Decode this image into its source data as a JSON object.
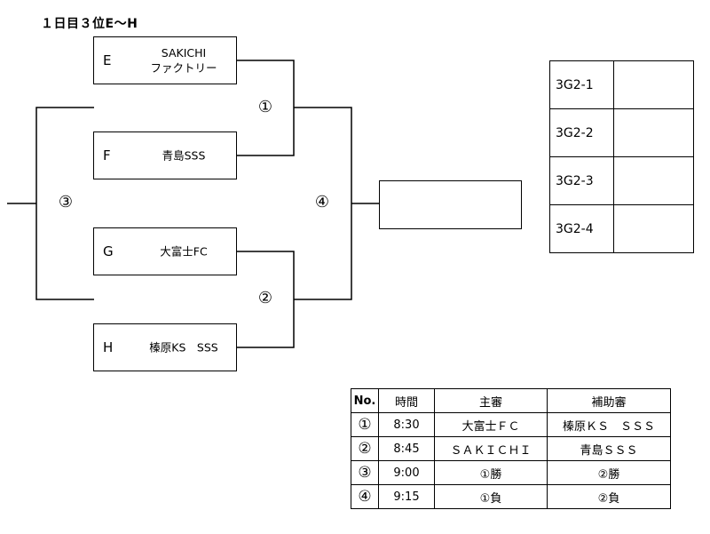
{
  "title": "１日目３位E～H",
  "teams": [
    {
      "letter": "E",
      "name_line1": "SAKICHI",
      "name_line2": "ファクトリー"
    },
    {
      "letter": "F",
      "name_line1": "青島SSS",
      "name_line2": ""
    },
    {
      "letter": "G",
      "name_line1": "大富士FC",
      "name_line2": ""
    },
    {
      "letter": "H",
      "name_line1": "榛原KS　SSS",
      "name_line2": ""
    }
  ],
  "match_labels": [
    "①",
    "②",
    "③",
    "④"
  ],
  "slots": [
    "3G2-1",
    "3G2-2",
    "3G2-3",
    "3G2-4"
  ],
  "schedule": {
    "headers": [
      "No.",
      "時間",
      "主審",
      "補助審"
    ],
    "rows": [
      {
        "no": "①",
        "time": "8:30",
        "referee": "大富士ＦＣ",
        "assistant": "榛原ＫＳ　ＳＳＳ"
      },
      {
        "no": "②",
        "time": "8:45",
        "referee": "ＳＡＫＩＣＨＩ",
        "assistant": "青島ＳＳＳ"
      },
      {
        "no": "③",
        "time": "9:00",
        "referee": "①勝",
        "assistant": "②勝"
      },
      {
        "no": "④",
        "time": "9:15",
        "referee": "①負",
        "assistant": "②負"
      }
    ]
  }
}
